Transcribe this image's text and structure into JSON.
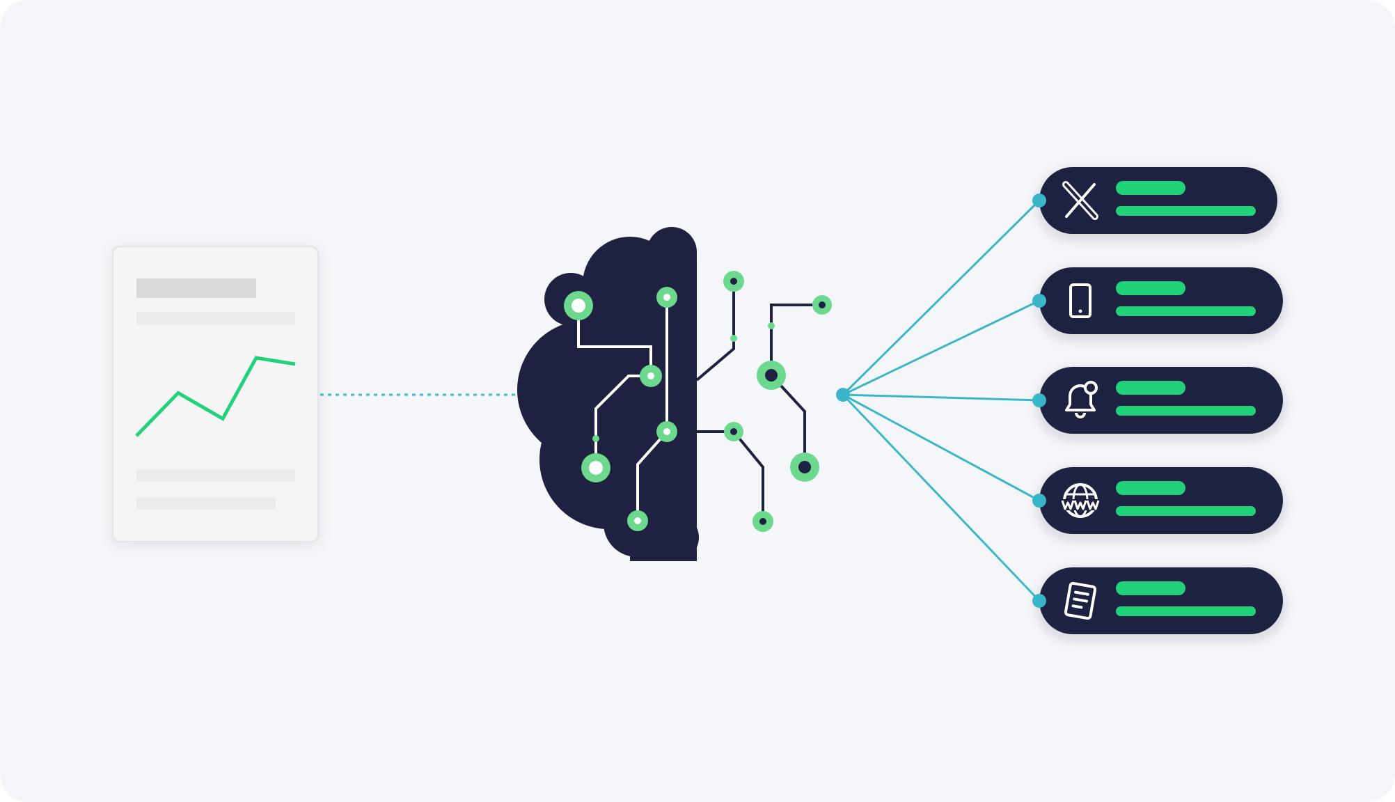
{
  "colors": {
    "background": "#f4f6f9",
    "navy": "#1f2140",
    "green": "#22d27a",
    "green_soft": "#6cd98f",
    "teal": "#3bb6c8",
    "doc_bg": "#f5f5f5",
    "doc_bar_dark": "#d9d9d9",
    "doc_bar_light": "#ebebeb",
    "white": "#ffffff"
  },
  "document": {
    "chart_series": [
      0.0,
      0.55,
      0.22,
      1.0,
      0.92
    ]
  },
  "channels": [
    {
      "id": "x",
      "icon": "x-logo-icon"
    },
    {
      "id": "mobile",
      "icon": "smartphone-icon"
    },
    {
      "id": "notification",
      "icon": "bell-notification-icon"
    },
    {
      "id": "web",
      "icon": "globe-www-icon"
    },
    {
      "id": "article",
      "icon": "document-note-icon"
    }
  ]
}
